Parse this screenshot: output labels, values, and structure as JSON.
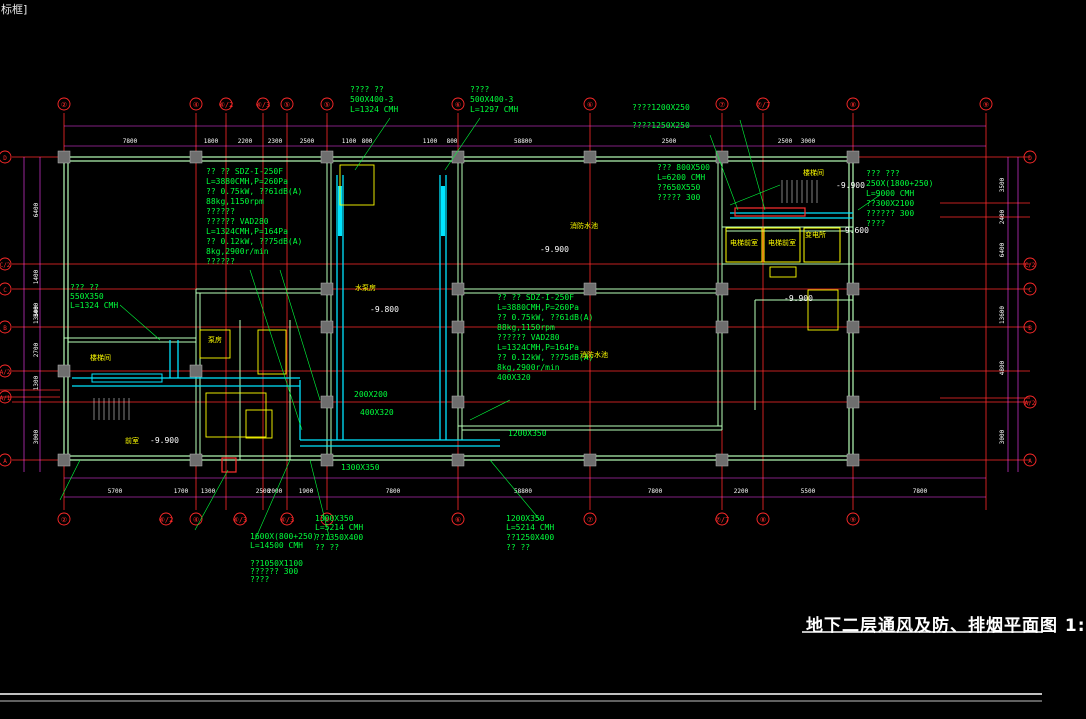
{
  "viewport_tag": "标框]",
  "drawing_title": "地下二层通风及防、排烟平面图 1:",
  "colors": {
    "background": "#000000",
    "axis": "#ff2a2a",
    "wall": "#b8ffb8",
    "duct": "#00e5ff",
    "text_green": "#00ff3c",
    "text_yellow": "#ffff00",
    "text_white": "#ffffff",
    "dim": "#ff40ff"
  },
  "axes_top": [
    "②",
    "④",
    "④/2",
    "④/3",
    "⑤",
    "⑤",
    "⑥",
    "⑥",
    "⑦",
    "⑦/7",
    "⑧",
    "⑨"
  ],
  "axes_bottom": [
    "②",
    "④/2",
    "④",
    "④/3",
    "④/3",
    "⑤",
    "⑥",
    "⑦",
    "⑦/7",
    "⑧",
    "⑨"
  ],
  "axes_left": [
    "D",
    "C/2",
    "C",
    "B",
    "A/2",
    "A/1",
    "A"
  ],
  "axes_right": [
    "D",
    "C/2",
    "C",
    "B",
    "A/2",
    "A"
  ],
  "dims_top": [
    "7800",
    "1800",
    "2200",
    "2300",
    "2500",
    "1100",
    "800",
    "1100",
    "800",
    "58800",
    "2500",
    "2500",
    "3000"
  ],
  "dims_bottom": [
    "5700",
    "1700",
    "1300",
    "2500",
    "2000",
    "1900",
    "7800",
    "58800",
    "7800",
    "2200",
    "5500",
    "7800"
  ],
  "dims_left": [
    "6400",
    "1400",
    "3400",
    "13600",
    "2700",
    "1300",
    "3000"
  ],
  "dims_right": [
    "3500",
    "2400",
    "6400",
    "13600",
    "4800",
    "3000"
  ],
  "equipment": [
    {
      "lines": [
        "?? ?? SDZ-I-250F",
        "L=3880CMH,P=260Pa",
        "?? 0.75kW, ??61dB(A)",
        "88kg,1150rpm",
        "??????",
        "?????? VAD280",
        "L=1324CMH,P=164Pa",
        "?? 0.12kW, ??75dB(A)",
        "8kg,2900r/min",
        "??????"
      ]
    },
    {
      "lines": [
        "?? ?? SDZ-I-250F",
        "L=3880CMH,P=260Pa",
        "?? 0.75kW, ??61dB(A)",
        "88kg,1150rpm",
        "?????? VAD280",
        "L=1324CMH,P=164Pa",
        "?? 0.12kW, ??75dB(A)",
        "8kg,2900r/min",
        "400X320"
      ]
    }
  ],
  "annotations": [
    {
      "text": "???? ??"
    },
    {
      "text": "500X400-3"
    },
    {
      "text": "L=1324 CMH"
    },
    {
      "text": "????"
    },
    {
      "text": "500X400-3"
    },
    {
      "text": "L=1297 CMH"
    },
    {
      "text": "??? 800X500"
    },
    {
      "text": "L=6200 CMH"
    },
    {
      "text": "??650X550"
    },
    {
      "text": "????? 300"
    },
    {
      "text": "??? ???"
    },
    {
      "text": "250X(1800+250)"
    },
    {
      "text": "L=9000 CMH"
    },
    {
      "text": "??300X2100"
    },
    {
      "text": "?????? 300"
    },
    {
      "text": "????"
    },
    {
      "text": "??? ??"
    },
    {
      "text": "550X350"
    },
    {
      "text": "L=1324 CMH"
    },
    {
      "text": "200X200"
    },
    {
      "text": "400X320"
    },
    {
      "text": "1300X350"
    },
    {
      "text": "1200X350"
    },
    {
      "text": "1200X350"
    },
    {
      "text": "L=5214 CMH"
    },
    {
      "text": "??1250X400"
    },
    {
      "text": "?? ??"
    },
    {
      "text": "1300X350"
    },
    {
      "text": "L=5214 CMH"
    },
    {
      "text": "??1350X400"
    },
    {
      "text": "?? ??"
    },
    {
      "text": "1600X(800+250)"
    },
    {
      "text": "L=14500 CMH"
    },
    {
      "text": "??1050X1100"
    },
    {
      "text": "?????? 300"
    },
    {
      "text": "????"
    },
    {
      "text": "????1200X250"
    },
    {
      "text": "????1250X250"
    },
    {
      "text": "-9.900"
    },
    {
      "text": "-9.900"
    },
    {
      "text": "-9.800"
    },
    {
      "text": "-9.900"
    },
    {
      "text": "-9.600"
    },
    {
      "text": "-9.900"
    }
  ],
  "room_labels": [
    "水泵房",
    "消防水池",
    "消防水池",
    "电梯前室",
    "电梯前室",
    "变电所",
    "楼梯间",
    "楼梯间",
    "前室",
    "泵房"
  ]
}
